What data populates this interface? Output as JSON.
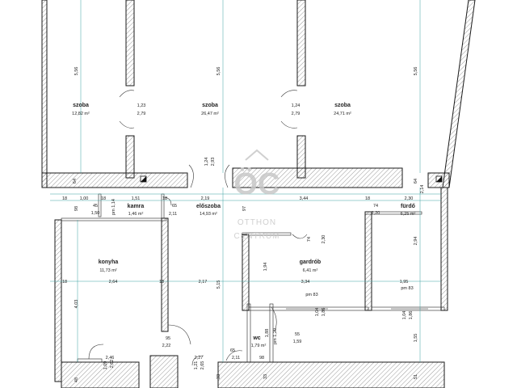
{
  "rooms": {
    "szoba1": {
      "name": "szoba",
      "area": "12,82 m²"
    },
    "szoba2": {
      "name": "szoba",
      "area": "26,47 m²"
    },
    "szoba3": {
      "name": "szoba",
      "area": "24,71 m²"
    },
    "kamra": {
      "name": "kamra",
      "area": "1,46 m²"
    },
    "eloszoba": {
      "name": "előszoba",
      "area": "14,93 m²"
    },
    "furdo": {
      "name": "fürdő",
      "area": "6,25 m²"
    },
    "konyha": {
      "name": "konyha",
      "area": "11,73 m²"
    },
    "gardrob": {
      "name": "gardrób",
      "area": "6,41 m²"
    },
    "wc": {
      "name": "wc",
      "area": "1,79 m²"
    }
  },
  "dims": {
    "d556a": "5,56",
    "d556b": "5,56",
    "d556c": "5,56",
    "d123": "1,23",
    "d279a": "2,79",
    "d124": "1,24",
    "d279b": "2,79",
    "d124b": "1,24",
    "d293": "2,93",
    "d64a": "64",
    "d64b": "64",
    "d100": "1,00",
    "d151": "1,51",
    "d219": "2,19",
    "d344": "3,44",
    "d18a": "18",
    "d18b": "18",
    "d18c": "18",
    "d18d": "18",
    "d18e": "18",
    "d214": "2,14",
    "d230": "2,30",
    "d45": "45",
    "d150": "1,50",
    "d65a": "65",
    "d211a": "2,11",
    "d74a": "74",
    "d220a": "2,20",
    "d98": "98",
    "d114": "pm 1,14",
    "d97": "97",
    "d74b": "74",
    "d230b": "2,30",
    "d264": "2,64",
    "d217": "2,17",
    "d334": "3,34",
    "d195": "1,95",
    "d403": "4,03",
    "d515": "5,15",
    "d194": "1,94",
    "d294": "2,94",
    "pm83a": "pm 83",
    "pm83b": "pm 83",
    "d104a": "1,04",
    "d186a": "1,86",
    "d104b": "1,04",
    "d186b": "1,86",
    "d155": "1,55",
    "d95": "95",
    "d222": "2,22",
    "d55": "55",
    "d159": "1,59",
    "d120": "pm 1,20",
    "d188": "1,88",
    "d246": "2,46",
    "d262": "2,62",
    "d109": "1,09",
    "d227": "2,27",
    "d121": "1,21",
    "d265": "2,65",
    "d65b": "65",
    "d211b": "2,11",
    "d98b": "98",
    "d48": "48",
    "d33a": "33",
    "d33b": "33",
    "d51": "51",
    "d18f": "18"
  },
  "logo": {
    "mark": "ÖC",
    "line1": "OTTHON",
    "line2": "CENTRUM"
  }
}
